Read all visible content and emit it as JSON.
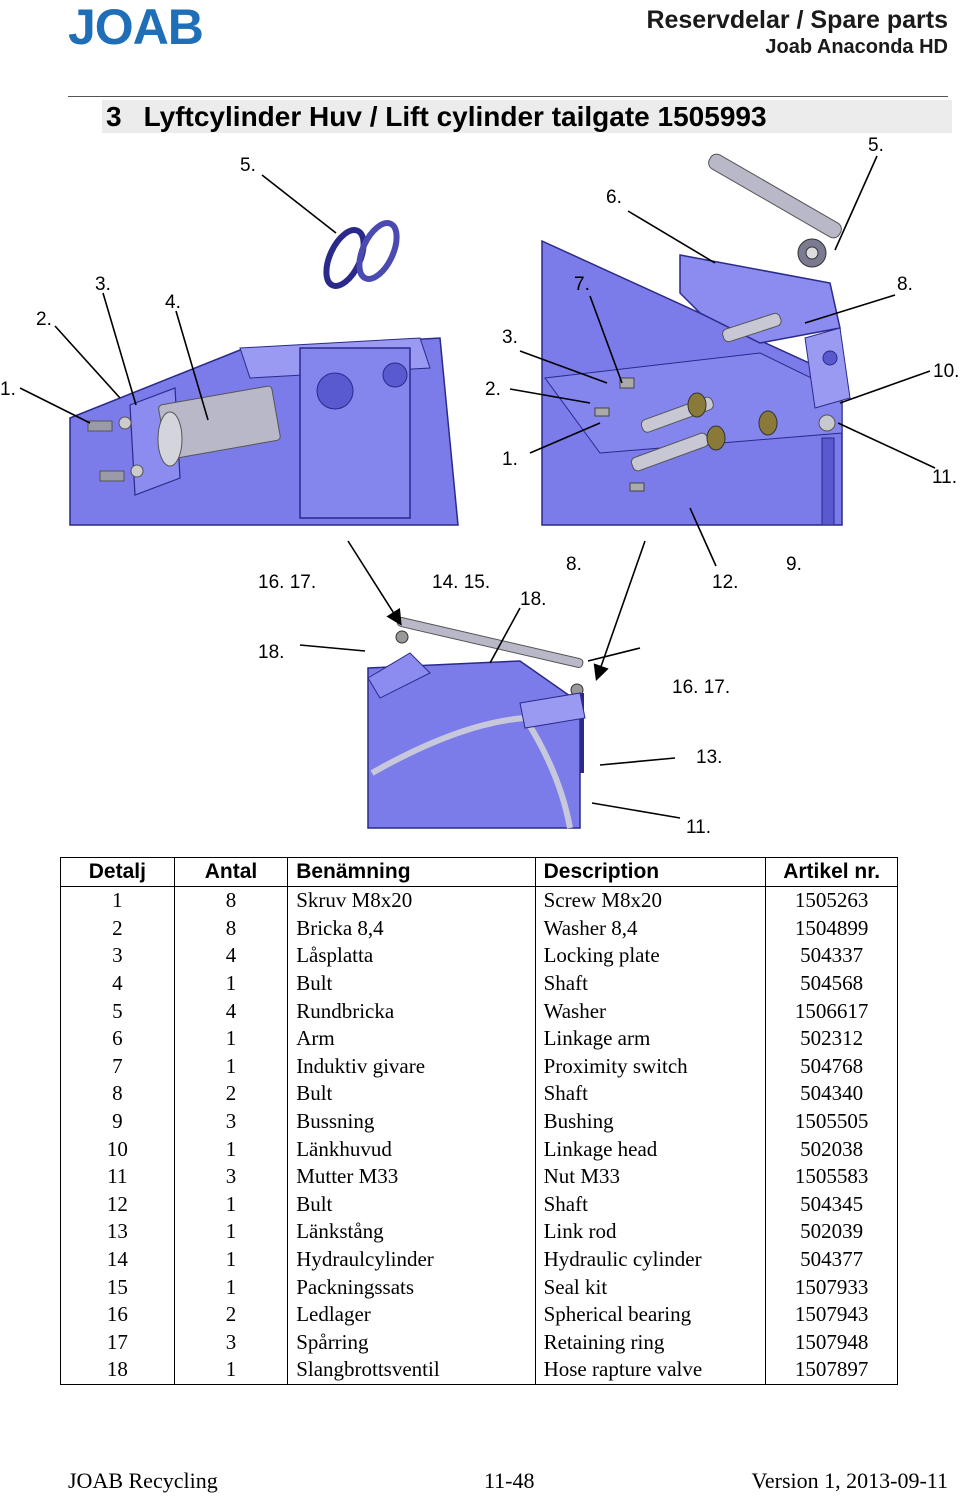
{
  "header": {
    "logo_text": "JOAB",
    "title": "Reservdelar / Spare parts",
    "subtitle": "Joab Anaconda HD"
  },
  "section": {
    "number": "3",
    "title": "Lyftcylinder Huv / Lift cylinder tailgate 1505993"
  },
  "drawing": {
    "colors": {
      "body": "#7b7bea",
      "outline": "#2a2a8a",
      "steel": "#b8b8c8",
      "dark": "#4a4ab0"
    },
    "callouts": {
      "a1": "1.",
      "a2": "2.",
      "a3": "3.",
      "a4": "4.",
      "a5": "5.",
      "b5": "5.",
      "b6": "6.",
      "b3": "3.",
      "b7": "7.",
      "b8": "8.",
      "b2": "2.",
      "b10": "10.",
      "b1": "1.",
      "b11": "11.",
      "c1617": "16. 17.",
      "c1415": "14. 15.",
      "c8": "8.",
      "c18a": "18.",
      "c12": "12.",
      "c9": "9.",
      "c18b": "18.",
      "c1617b": "16. 17.",
      "c13": "13.",
      "c11": "11."
    }
  },
  "table": {
    "headers": [
      "Detalj",
      "Antal",
      "Benämning",
      "Description",
      "Artikel nr."
    ],
    "rows": [
      [
        "1",
        "8",
        "Skruv M8x20",
        "Screw M8x20",
        "1505263"
      ],
      [
        "2",
        "8",
        "Bricka 8,4",
        "Washer 8,4",
        "1504899"
      ],
      [
        "3",
        "4",
        "Låsplatta",
        "Locking plate",
        "504337"
      ],
      [
        "4",
        "1",
        "Bult",
        "Shaft",
        "504568"
      ],
      [
        "5",
        "4",
        "Rundbricka",
        "Washer",
        "1506617"
      ],
      [
        "6",
        "1",
        "Arm",
        "Linkage arm",
        "502312"
      ],
      [
        "7",
        "1",
        "Induktiv givare",
        "Proximity switch",
        "504768"
      ],
      [
        "8",
        "2",
        "Bult",
        "Shaft",
        "504340"
      ],
      [
        "9",
        "3",
        "Bussning",
        "Bushing",
        "1505505"
      ],
      [
        "10",
        "1",
        "Länkhuvud",
        "Linkage head",
        "502038"
      ],
      [
        "11",
        "3",
        "Mutter M33",
        "Nut M33",
        "1505583"
      ],
      [
        "12",
        "1",
        "Bult",
        "Shaft",
        "504345"
      ],
      [
        "13",
        "1",
        "Länkstång",
        "Link rod",
        "502039"
      ],
      [
        "14",
        "1",
        "Hydraulcylinder",
        "Hydraulic cylinder",
        "504377"
      ],
      [
        "15",
        "1",
        "Packningssats",
        "Seal kit",
        "1507933"
      ],
      [
        "16",
        "2",
        "Ledlager",
        "Spherical bearing",
        "1507943"
      ],
      [
        "17",
        "3",
        "Spårring",
        "Retaining ring",
        "1507948"
      ],
      [
        "18",
        "1",
        "Slangbrottsventil",
        "Hose rapture valve",
        "1507897"
      ]
    ]
  },
  "footer": {
    "left": "JOAB Recycling",
    "center": "11-48",
    "right": "Version 1, 2013-09-11"
  }
}
